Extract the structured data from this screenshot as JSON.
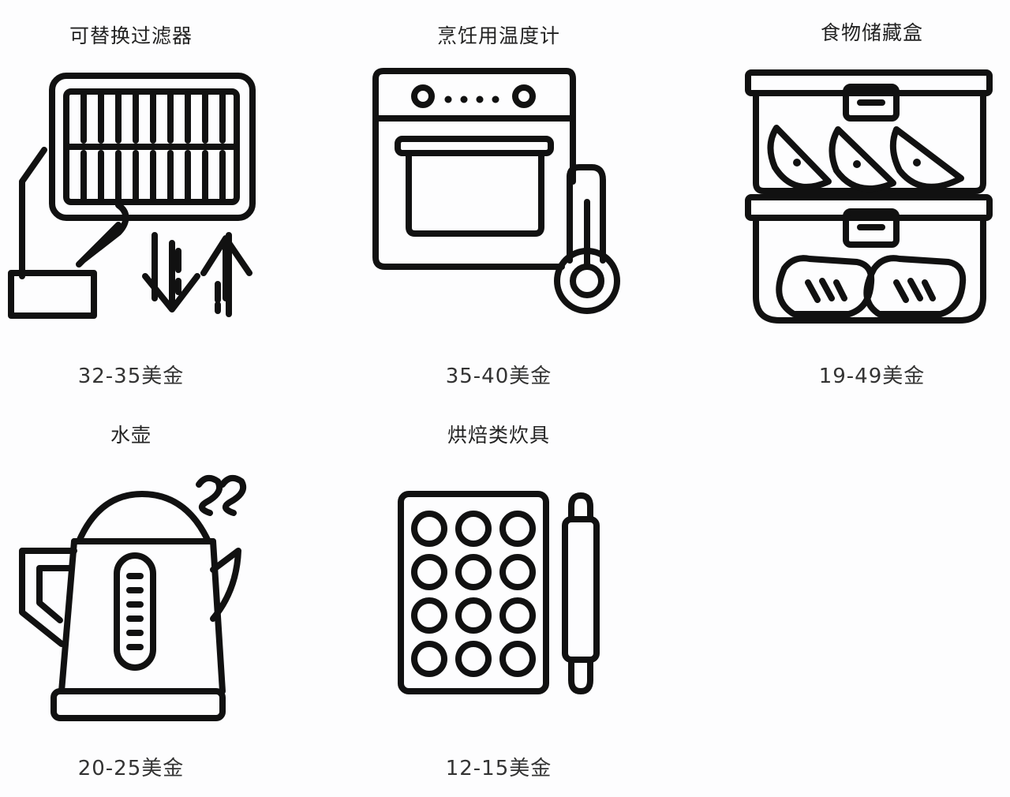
{
  "items": [
    {
      "title": "可替换过滤器",
      "price": "32-35美金",
      "icon": "filter-icon"
    },
    {
      "title": "烹饪用温度计",
      "price": "35-40美金",
      "icon": "oven-thermometer-icon"
    },
    {
      "title": "食物储藏盒",
      "price": "19-49美金",
      "icon": "food-storage-box-icon"
    },
    {
      "title": "水壶",
      "price": "20-25美金",
      "icon": "kettle-icon"
    },
    {
      "title": "烘焙类炊具",
      "price": "12-15美金",
      "icon": "baking-tray-icon"
    }
  ]
}
